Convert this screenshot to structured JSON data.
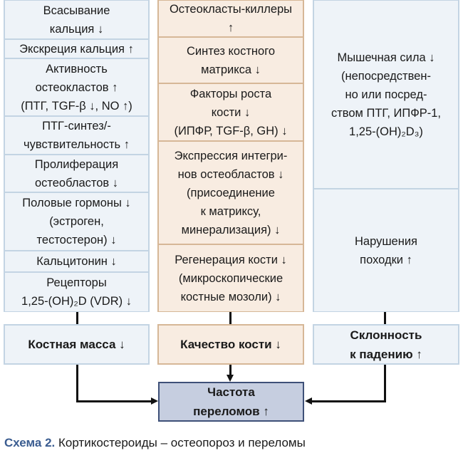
{
  "left_column": [
    "Всасывание\nкальция ↓",
    "Экскреция кальция ↑",
    "Активность\nостеокластов ↑\n(ПТГ, TGF-β ↓, NO ↑)",
    "ПТГ-синтез/-\nчувствительность ↑",
    "Пролиферация\nостеобластов ↓",
    "Половые гормоны ↓\n(эстроген,\nтестостерон) ↓",
    "Кальцитонин ↓",
    "Рецепторы\n1,25-(OH)₂D (VDR) ↓"
  ],
  "middle_column": [
    "Остеокласты-киллеры\n↑",
    "Синтез костного\nматрикса ↓",
    "Факторы роста\nкости ↓\n(ИПФР, TGF-β, GH) ↓",
    "Экспрессия интегри-\nнов остеобластов ↓\n(присоединение\nк матриксу,\nминерализация) ↓",
    "Регенерация кости ↓\n(микроскопические\nкостные мозоли) ↓"
  ],
  "right_column": [
    "Мышечная сила ↓\n(непосредствен-\nно или посред-\nством ПТГ, ИПФР-1,\n1,25-(OH)₂D₃)",
    "Нарушения\nпоходки ↑"
  ],
  "outcomes": {
    "bone_mass": "Костная масса ↓",
    "bone_quality": "Качество кости ↓",
    "fall_risk": "Склонность\nк падению ↑",
    "fracture_rate": "Частота\nпереломов ↑"
  },
  "caption": {
    "label": "Схема 2.",
    "text": " Кортикостероиды – остеопороз и переломы"
  }
}
